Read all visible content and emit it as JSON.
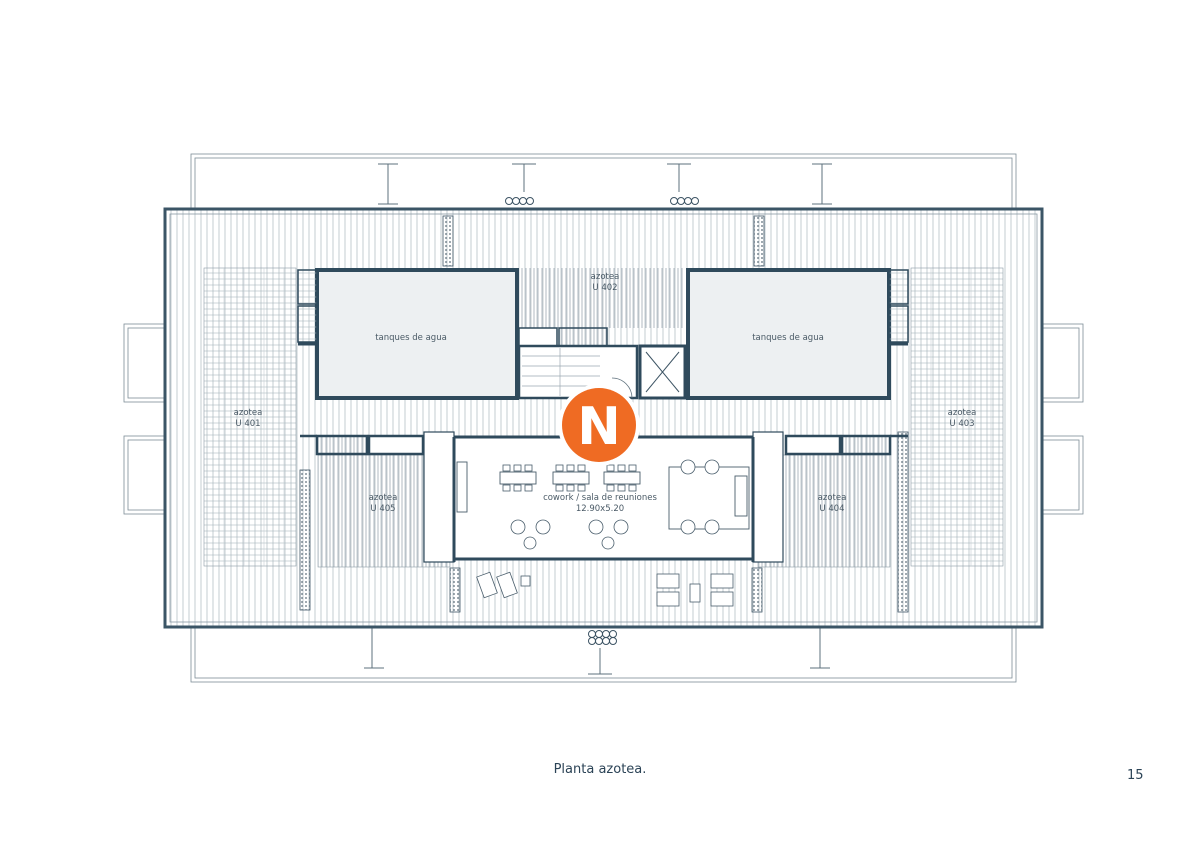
{
  "labels": {
    "tank_left": "tanques de agua",
    "tank_right": "tanques de agua",
    "azotea_u402_line1": "azotea",
    "azotea_u402_line2": "U 402",
    "azotea_u401_line1": "azotea",
    "azotea_u401_line2": "U 401",
    "azotea_u403_line1": "azotea",
    "azotea_u403_line2": "U 403",
    "azotea_u405_line1": "azotea",
    "azotea_u405_line2": "U 405",
    "azotea_u404_line1": "azotea",
    "azotea_u404_line2": "U 404",
    "cowork_line1": "cowork / sala de reuniones",
    "cowork_line2": "12.90x5.20"
  },
  "north_marker": {
    "letter": "N"
  },
  "caption": "Planta azotea.",
  "page_number": "15",
  "colors": {
    "wall": "#2f4a5c",
    "line": "#6e7f8a",
    "light_line": "#b9c4cb",
    "fill": "#edf0f2",
    "accent": "#ef6b23"
  }
}
